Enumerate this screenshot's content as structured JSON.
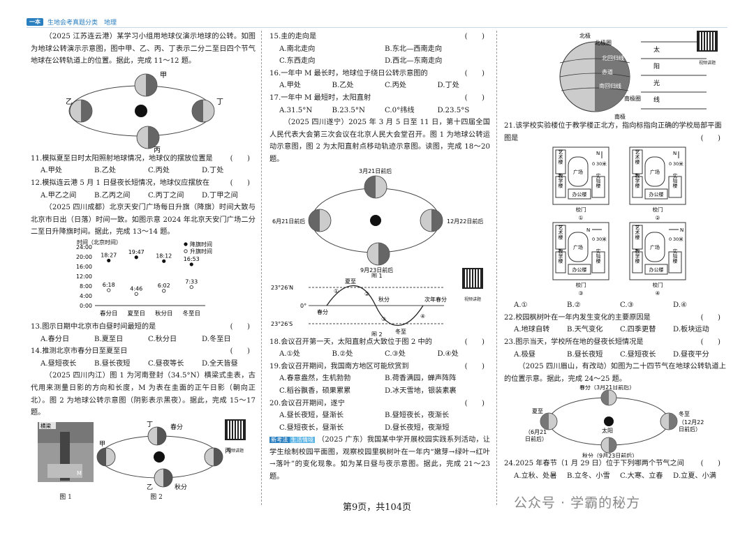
{
  "header": {
    "tag": "一本",
    "title": "生地会考真题分类　地理"
  },
  "col1": {
    "intro1": "（2025 江苏连云港）某学习小组用地球仪演示地球的公转。如图为地球公转演示示意图，图中甲、乙、丙、丁表示二分二至日四个节气地球在公转轨道上的位置。据此，完成 11～12 题。",
    "fig1": {
      "jia": "甲",
      "yi": "乙",
      "bing": "丙",
      "ding": "丁"
    },
    "q11": "11.模拟夏至日时太阳照射地球情况，地球仪的摆放位置是",
    "q11_opts": [
      "A.甲处",
      "B.乙处",
      "C.丙处",
      "D.丁处"
    ],
    "q12": "12.模拟连云港 5 月 1 日昼夜长短情况，地球仪应摆放在",
    "q12_opts": [
      "A.甲乙之间",
      "B.乙丙之间",
      "C.丙丁之间",
      "D.丁甲之间"
    ],
    "intro2": "（2025 四川成都）北京天安门广场每日升旗（降旗）时间大致与北京市日出（日落）时间一致。如图示意 2024 年北京天安门广场二分二至日升降旗时间。据此，完成 13～14 题。",
    "q13": "13.图示日期中北京市白昼时间最短的是",
    "q13_opts": [
      "A.春分日",
      "B.夏至日",
      "C.秋分日",
      "D.冬至日"
    ],
    "q14": "14.推测北京市春分日至夏至日",
    "q14_opts": [
      "A.昼短夜长",
      "B.昼长夜短",
      "C.昼夜等长",
      "D.全天皆昼"
    ],
    "intro3": "（2025 四川内江）图 1 为河南登封（34.5°N）横梁式圭表，古代用来测量日影的方向和长度，M 为表在圭面的正午日影（朝向正北）。图 2 为地球公转示意图（阴影表示黑夜）。据此，完成 15～17 题。",
    "photo_label": "横梁",
    "photo_m": "M",
    "fig1_cap": "图 1",
    "fig2_cap": "图 2",
    "fig2": {
      "chunfen": "春分",
      "qiufen": "秋分",
      "jia": "甲",
      "yi": "乙",
      "bing": "丙",
      "ding": "丁"
    },
    "qr_label": "视频讲题"
  },
  "chart_data": {
    "type": "scatter",
    "title": "",
    "ylabel": "时间（北京时间）",
    "xlabel": "",
    "ylim": [
      0,
      24
    ],
    "yticks": [
      "0:00",
      "4:00",
      "8:00",
      "12:00",
      "16:00",
      "20:00",
      "24:00"
    ],
    "categories": [
      "春分日",
      "夏至日",
      "秋分日",
      "冬至日"
    ],
    "legend": {
      "position": "top-right"
    },
    "series": [
      {
        "name": "降旗时间",
        "marker": "filled",
        "values": [
          18.45,
          19.78,
          18.2,
          16.88
        ],
        "labels": [
          "18:27",
          "19:47",
          "18:12",
          "16:53"
        ]
      },
      {
        "name": "升旗时间",
        "marker": "open",
        "values": [
          6.3,
          4.77,
          6.03,
          7.55
        ],
        "labels": [
          "6:18",
          "4:46",
          "6:02",
          "7:33"
        ]
      }
    ]
  },
  "col2": {
    "q15": "15.圭的走向是",
    "q15_opts": [
      "A.南北走向",
      "B.东北—西南走向",
      "C.东西走向",
      "D.西北—东南走向"
    ],
    "q16": "16.一年中 M 最长时，地球位于绕日公转示意图的",
    "q16_opts": [
      "A.甲处",
      "B.乙处",
      "C.丙处",
      "D.丁处"
    ],
    "q17": "17.一年中 M 最短时，太阳直射",
    "q17_opts": [
      "A.31.5°N",
      "B.23.5°N",
      "C.0°纬线",
      "D.23.5°S"
    ],
    "intro4": "（2025 四川遂宁）2025 年 3 月 5 日至 11 日，第十四届全国人民代表大会第三次会议在北京人民大会堂召开。图 1 为地球公转运动示意图，图 2 为太阳直射点移动轨迹示意图。读图，完成 18～20 题。",
    "orbit": {
      "top": "3月21日前后",
      "left": "6月21日前后",
      "right": "12月22日前后",
      "bottom": "9月23日前后",
      "cap": "图 1"
    },
    "sine": {
      "n": "23°26′N",
      "zero": "0°",
      "s": "23°26′S",
      "xiazhi": "夏至",
      "chunfen": "春分",
      "qiufen": "秋分",
      "dongzhi": "冬至",
      "cijian": "次年春分",
      "c1": "①",
      "c2": "②",
      "c3": "③",
      "c4": "④",
      "cap": "图 2"
    },
    "q18": "18.会议召开第一天，太阳直射点大致位于图 2 中的",
    "q18_opts": [
      "A.①处",
      "B.②处",
      "C.③处",
      "D.④处"
    ],
    "q19": "19.会议召开期间，我国南方地区可能欣赏到",
    "q19_opts": [
      "A.春意盎然，生机勃勃",
      "B.荷香满园，蝉声阵阵",
      "C.稻谷飘香，硕果累累",
      "D.冰天雪地，银装素裹"
    ],
    "q20": "20.会议召开期间，遂宁",
    "q20_opts": [
      "A.昼长夜短，昼渐长",
      "B.昼短夜长，夜渐长",
      "C.昼短夜长，昼渐长",
      "D.昼长夜短，夜渐短"
    ],
    "tag1": "新考法",
    "tag2": "生活情境",
    "intro5": "（2025 广东）我国某中学开展校园实践系列活动，让学生绘制校园平面图，观察校园里枫树叶在一年内“嫩芽→绿叶→红叶→落叶”的变化现象。如为某日昼与夜示意图。据此，完成 21～23 题。",
    "qr_label": "视频讲题"
  },
  "col3": {
    "globe": {
      "beiji": "北极",
      "beijiquan": "北极圈",
      "beihuiguixian": "北回归线",
      "chidao": "赤道",
      "nanhuiguixian": "南回归线",
      "nanjiquan": "南极圈",
      "nanji": "南极",
      "tai": "太",
      "yang": "阳",
      "guang": "光",
      "xian": "线"
    },
    "qr_label": "视频讲题",
    "q21": "21.该学校实验楼位于教学楼正北方，指向标指向正确的学校局部平面图是",
    "plans": {
      "yishu": "艺术楼",
      "guangchang": "广场",
      "jiaoxue": "教学楼",
      "shiyan": "实验楼",
      "bangong": "办公楼",
      "xiaomen": "校门",
      "n": "N",
      "zero": "0",
      "scale": "30米",
      "labels": [
        "①",
        "②",
        "③",
        "④"
      ]
    },
    "q21_opts": [
      "A.①",
      "B.②",
      "C.③",
      "D.④"
    ],
    "q22": "22.校园枫树叶在一年内发生变化的主要原因是",
    "q22_opts": [
      "A.地球自转",
      "B.天气变化",
      "C.四季更替",
      "D.板块运动"
    ],
    "q23": "23.图示当天，学校所在地的昼夜长短情况是",
    "q23_opts": [
      "A.极昼",
      "B.昼长夜短",
      "C.昼短夜长",
      "D.昼夜平分"
    ],
    "intro6": "（2025 四川眉山，有改动）如图为二十四节气在地球公转轨道上的位置示意。据此，完成 24～25 题。",
    "terms": {
      "chunfen": "春分（3月21日前后）",
      "xiazhi": "夏至",
      "xiazhi_d": "（6月21",
      "xiazhi_d2": "日前后）",
      "taiyang": "太阳",
      "dongzhi": "冬至",
      "dongzhi_d": "（12月22",
      "dongzhi_d2": "日前后）",
      "qiufen": "秋分（9月23日前后）"
    },
    "q24": "24.2025 年春节（1 月 29 日）位于下列哪两个节气之间",
    "q24_opts": [
      "A.立秋、处暑",
      "B.立冬、小雪",
      "C.大寒、立春",
      "D.立夏、小满"
    ]
  },
  "footer": {
    "page": "第9页，共104页"
  },
  "watermark": "公众号 · 学霸的秘方"
}
